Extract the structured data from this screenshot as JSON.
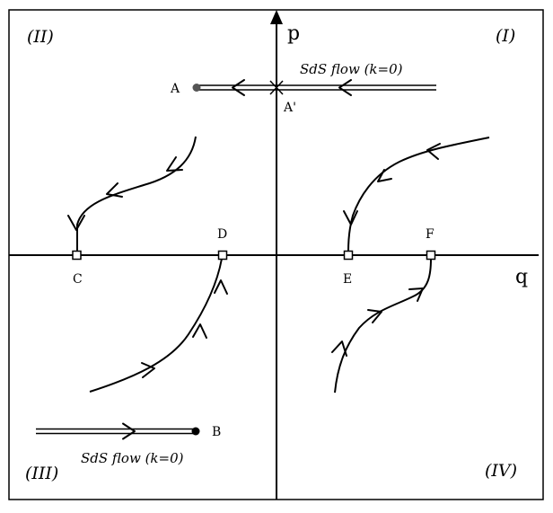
{
  "axes": {
    "horizontal_label": "q",
    "vertical_label": "p"
  },
  "quadrants": {
    "q1": "(I)",
    "q2": "(II)",
    "q3": "(III)",
    "q4": "(IV)"
  },
  "points": {
    "A": "A",
    "A_prime": "A'",
    "B": "B",
    "C": "C",
    "D": "D",
    "E": "E",
    "F": "F"
  },
  "annotations": {
    "flow_top": "SdS flow (k=0)",
    "flow_bottom": "SdS flow (k=0)"
  }
}
